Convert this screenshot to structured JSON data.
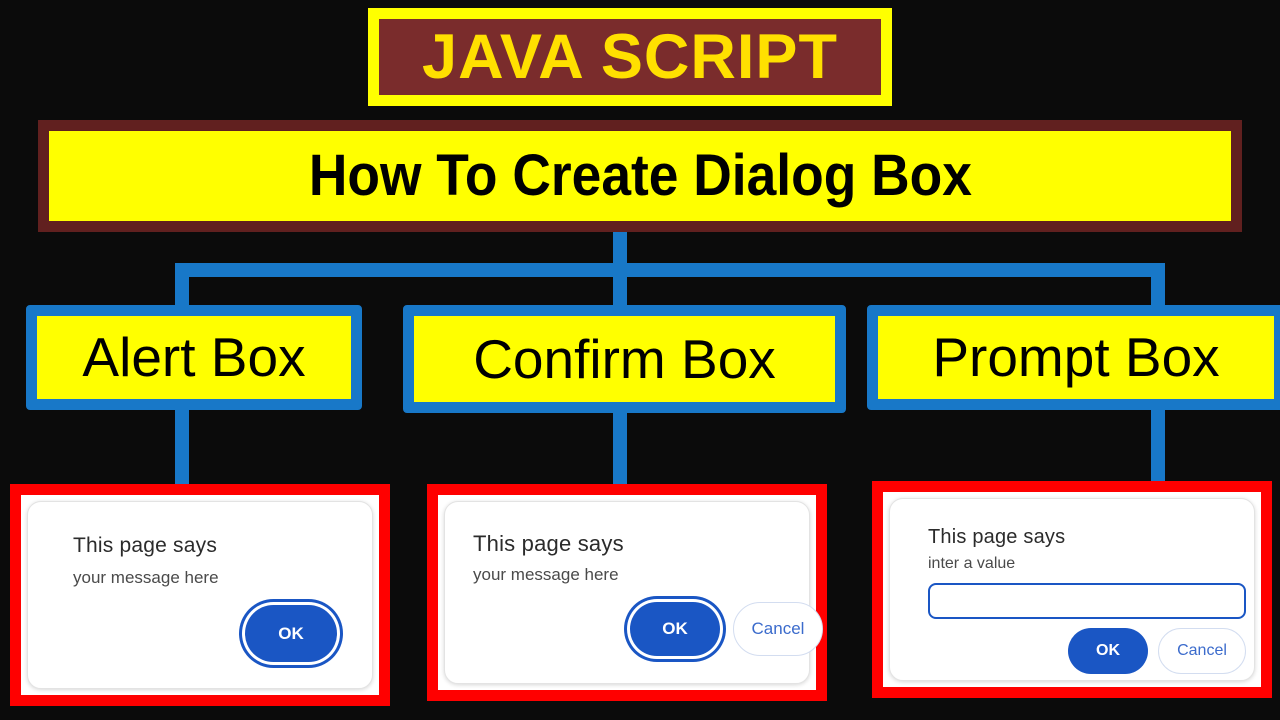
{
  "page": {
    "background_color": "#0b0b0b",
    "accent_blue": "#1878c8",
    "accent_yellow": "#ffff00",
    "accent_maroon": "#61201f",
    "accent_red": "#ff0000",
    "button_blue": "#1a56c4"
  },
  "title_banner": {
    "text": "JAVA SCRIPT",
    "text_color": "#ffe000",
    "background_color": "#7a2c2c",
    "border_color": "#ffff00"
  },
  "subtitle_banner": {
    "text": "How To Create Dialog Box",
    "text_color": "#000000",
    "background_color": "#ffff00",
    "border_color": "#61201f"
  },
  "categories": [
    {
      "label": "Alert Box"
    },
    {
      "label": "Confirm Box"
    },
    {
      "label": "Prompt Box"
    }
  ],
  "dialogs": {
    "alert": {
      "title": "This page says",
      "message": "your message here",
      "ok_label": "OK"
    },
    "confirm": {
      "title": "This page says",
      "message": "your message here",
      "ok_label": "OK",
      "cancel_label": "Cancel"
    },
    "prompt": {
      "title": "This page says",
      "message": "inter a value",
      "input_value": "",
      "input_placeholder": "",
      "ok_label": "OK",
      "cancel_label": "Cancel"
    }
  }
}
